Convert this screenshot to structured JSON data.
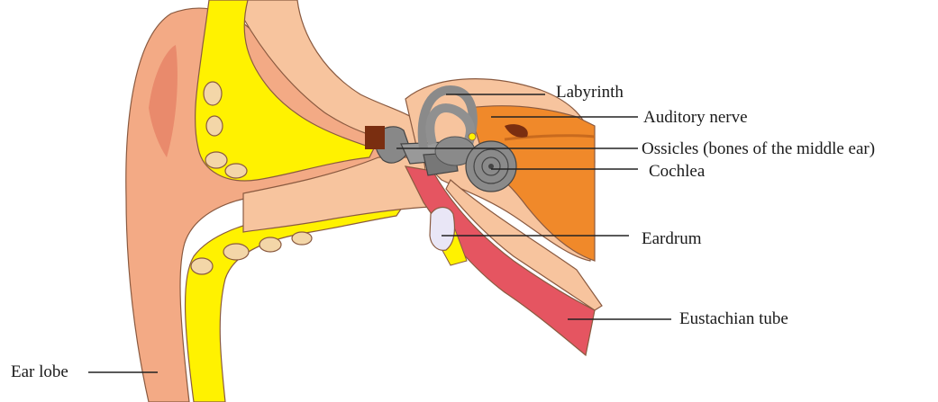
{
  "labels": {
    "labyrinth": "Labyrinth",
    "auditory_nerve": "Auditory nerve",
    "ossicles": "Ossicles (bones of the middle ear)",
    "cochlea": "Cochlea",
    "eardrum": "Eardrum",
    "eustachian_tube": "Eustachian tube",
    "ear_lobe": "Ear lobe"
  },
  "colors": {
    "skin": "#f3aa85",
    "skin_light": "#f7c49e",
    "skin_dark": "#e98a6c",
    "cartilage": "#fff200",
    "bone": "#f2d7a9",
    "nerve": "#f0892a",
    "ossicle_gray": "#888888",
    "tube_red": "#e55561",
    "outline": "#8a5a40"
  }
}
